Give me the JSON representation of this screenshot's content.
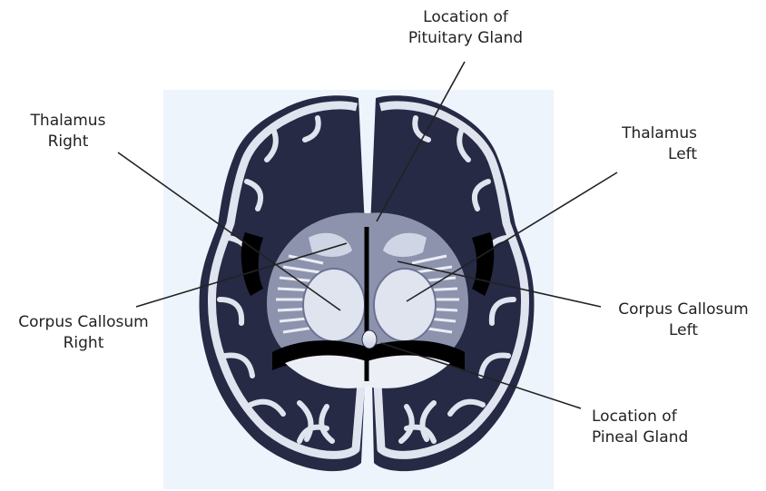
{
  "labels": {
    "pituitary": [
      "Location of",
      "Pituitary Gland"
    ],
    "thalamus_right": [
      "Thalamus",
      "Right"
    ],
    "thalamus_left": [
      "Thalamus",
      "Left"
    ],
    "corpus_right": [
      "Corpus Callosum",
      "Right"
    ],
    "corpus_left": [
      "Corpus Callosum",
      "Left"
    ],
    "pineal": [
      "Location of",
      "Pineal Gland"
    ]
  },
  "colors": {
    "panel_background": "#eef4fb",
    "brain_dark": "#262a45",
    "brain_mid": "#6b7292",
    "brain_light": "#dfe4ef",
    "leader_line": "#222222"
  }
}
